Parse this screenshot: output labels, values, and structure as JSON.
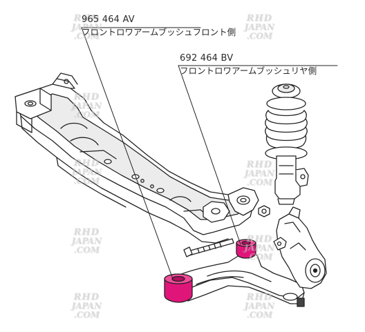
{
  "callouts": [
    {
      "part_number": "965 464 AV",
      "description": "フロントロワアームブッシュフロント側"
    },
    {
      "part_number": "692 464 BV",
      "description": "フロントロワアームブッシュリヤ側"
    }
  ],
  "watermark": {
    "line1": "RHD",
    "line2": "JAPAN",
    "line3": ".COM",
    "color": "#cfcfcf"
  },
  "colors": {
    "highlight": "#e0157a",
    "line": "#222222",
    "fill": "#ffffff",
    "shade": "#e9e9e9"
  }
}
